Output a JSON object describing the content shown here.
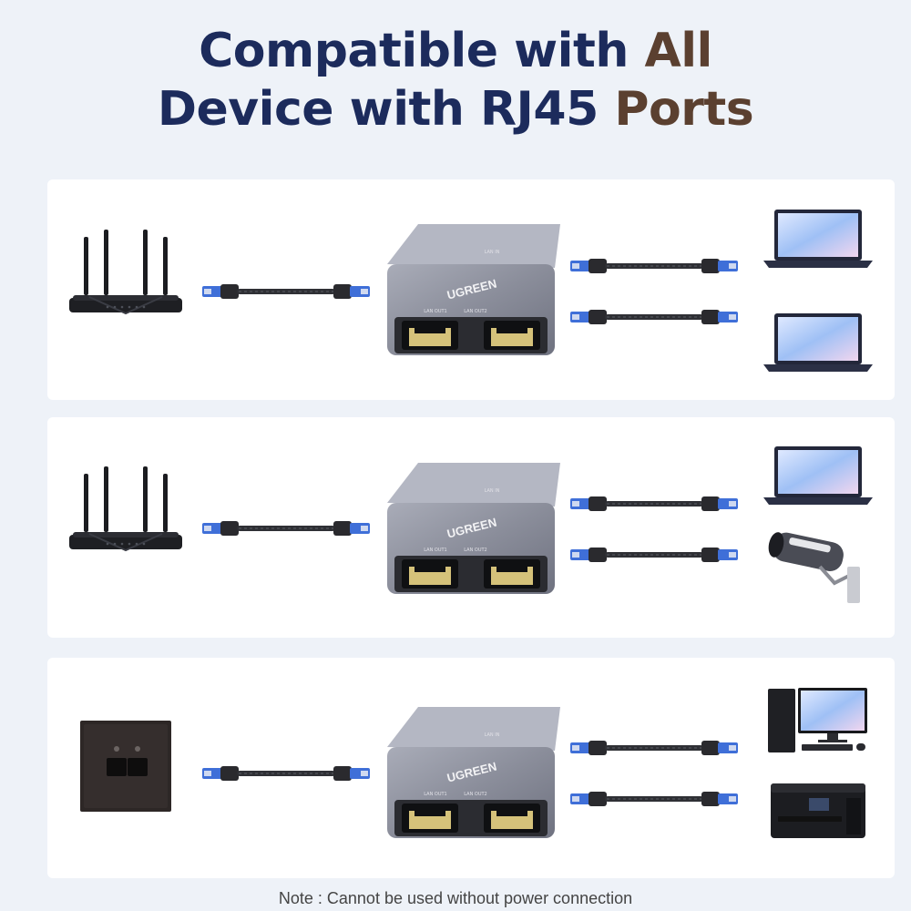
{
  "headline": {
    "line1_main": "Compatible with ",
    "line1_accent": "All",
    "line2_main": "Device with RJ45 ",
    "line2_accent": "Ports"
  },
  "splitter": {
    "brand": "UGREEN",
    "port_in_label": "LAN IN",
    "port_out1_label": "LAN OUT1",
    "port_out2_label": "LAN OUT2"
  },
  "note": "Note : Cannot be used without power connection",
  "colors": {
    "headline_primary": "#1c2b5c",
    "headline_accent": "#5b4030",
    "panel_bg": "#ffffff",
    "page_bg": "#eef2f8",
    "connector_blue": "#3f6fd8"
  },
  "panels": [
    {
      "source_icon": "router-icon",
      "target_icons": [
        "laptop-icon",
        "laptop-icon"
      ]
    },
    {
      "source_icon": "router-icon",
      "target_icons": [
        "laptop-icon",
        "security-camera-icon"
      ]
    },
    {
      "source_icon": "wall-jack-icon",
      "target_icons": [
        "desktop-pc-icon",
        "printer-icon"
      ]
    }
  ]
}
